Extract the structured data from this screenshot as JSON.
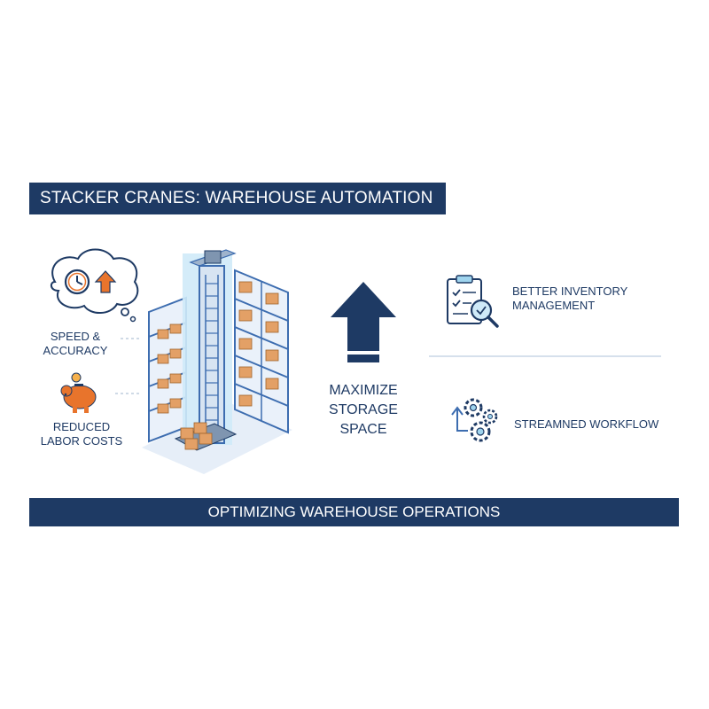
{
  "title": "STACKER CRANES: WAREHOUSE AUTOMATION",
  "footer": "OPTIMIZING WAREHOUSE OPERATIONS",
  "benefits_left": [
    {
      "label": "SPEED &\nACCURACY",
      "icon": "clock-arrow-icon"
    },
    {
      "label": "REDUCED\nLABOR COSTS",
      "icon": "piggy-bank-icon"
    }
  ],
  "center": {
    "label": "MAXIMIZE STORAGE SPACE",
    "icon": "up-arrow-icon"
  },
  "benefits_right": [
    {
      "label": "BETTER INVENTORY MANAGEMENT",
      "icon": "clipboard-check-icon"
    },
    {
      "label": "STREAMNED WORKFLOW",
      "icon": "gears-icon"
    }
  ],
  "colors": {
    "navy": "#1e3a64",
    "orange": "#e8742c",
    "box": "#e3a066",
    "rack_blue": "#3d6db0",
    "light_blue": "#9fd4ee"
  }
}
